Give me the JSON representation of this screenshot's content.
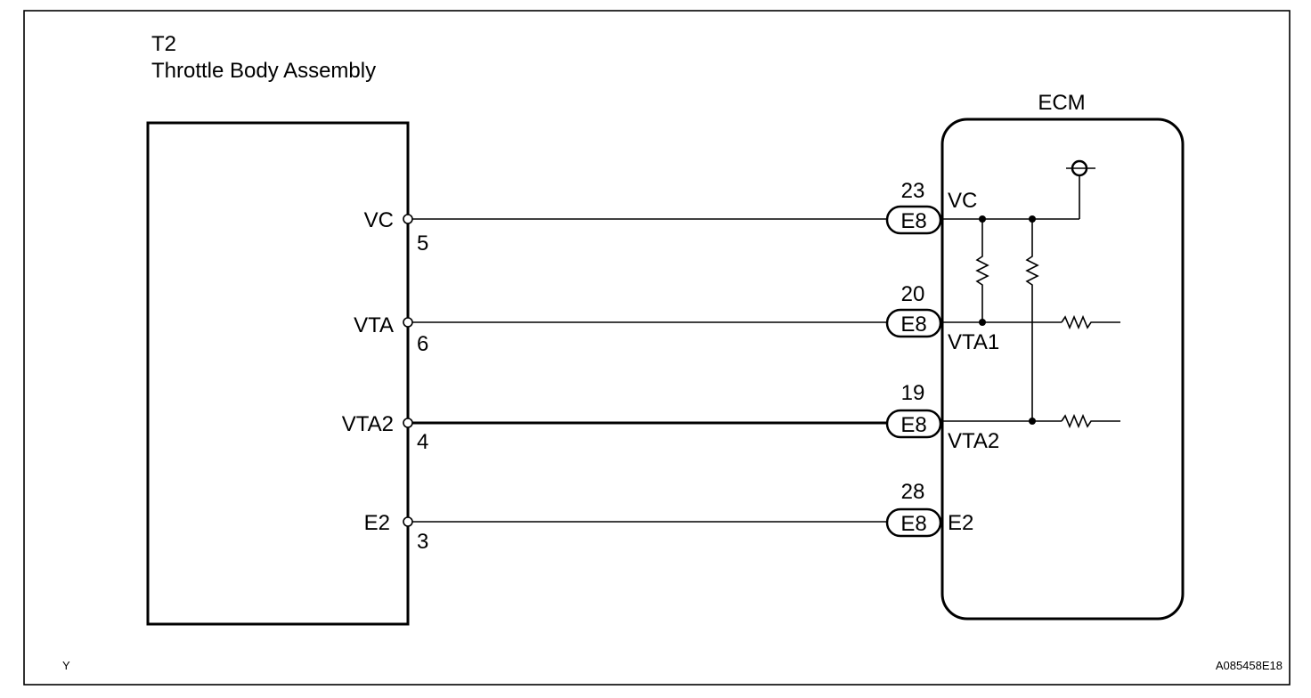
{
  "component": {
    "id": "T2",
    "name": "Throttle Body Assembly"
  },
  "ecm": {
    "title": "ECM"
  },
  "connections": [
    {
      "sensor_label": "VC",
      "sensor_pin": "5",
      "ecm_pin": "23",
      "connector": "E8",
      "ecm_label": "VC"
    },
    {
      "sensor_label": "VTA",
      "sensor_pin": "6",
      "ecm_pin": "20",
      "connector": "E8",
      "ecm_label": "VTA1"
    },
    {
      "sensor_label": "VTA2",
      "sensor_pin": "4",
      "ecm_pin": "19",
      "connector": "E8",
      "ecm_label": "VTA2"
    },
    {
      "sensor_label": "E2",
      "sensor_pin": "3",
      "ecm_pin": "28",
      "connector": "E8",
      "ecm_label": "E2"
    }
  ],
  "footer": {
    "left": "Y",
    "right": "A085458E18"
  }
}
